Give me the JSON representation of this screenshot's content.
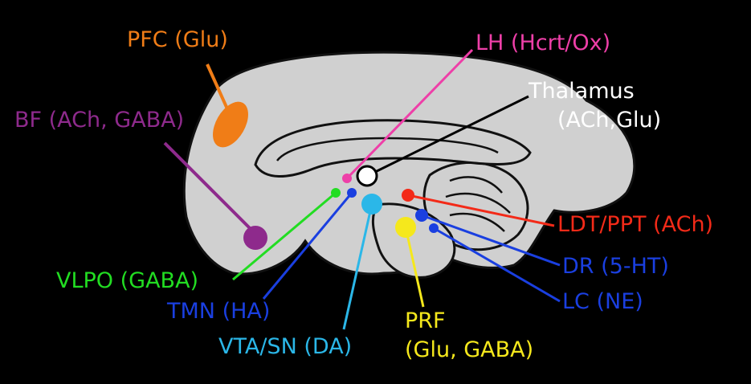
{
  "colors": {
    "background": "#000000",
    "brain_fill": "#d0d0d0",
    "brain_outline": "#111111",
    "pfc": "#f07d17",
    "bf": "#8e2a8c",
    "lh": "#ee3fa8",
    "thalamus": "#ffffff",
    "vlpo": "#22dd22",
    "tmn": "#1a3fe0",
    "vta": "#2bb7e8",
    "prf": "#f5e81c",
    "ldt": "#f32a18",
    "dr": "#1a3fe0",
    "lc": "#1a3fe0"
  },
  "labels": {
    "pfc": "PFC (Glu)",
    "bf": "BF (ACh, GABA)",
    "lh": "LH (Hcrt/Ox)",
    "thalamus_line1": "Thalamus",
    "thalamus_line2": "(ACh,Glu)",
    "vlpo": "VLPO (GABA)",
    "tmn": "TMN (HA)",
    "vta": "VTA/SN (DA)",
    "prf_line1": "PRF",
    "prf_line2": "(Glu, GABA)",
    "ldt": "LDT/PPT (ACh)",
    "dr": "DR (5-HT)",
    "lc": "LC (NE)"
  }
}
